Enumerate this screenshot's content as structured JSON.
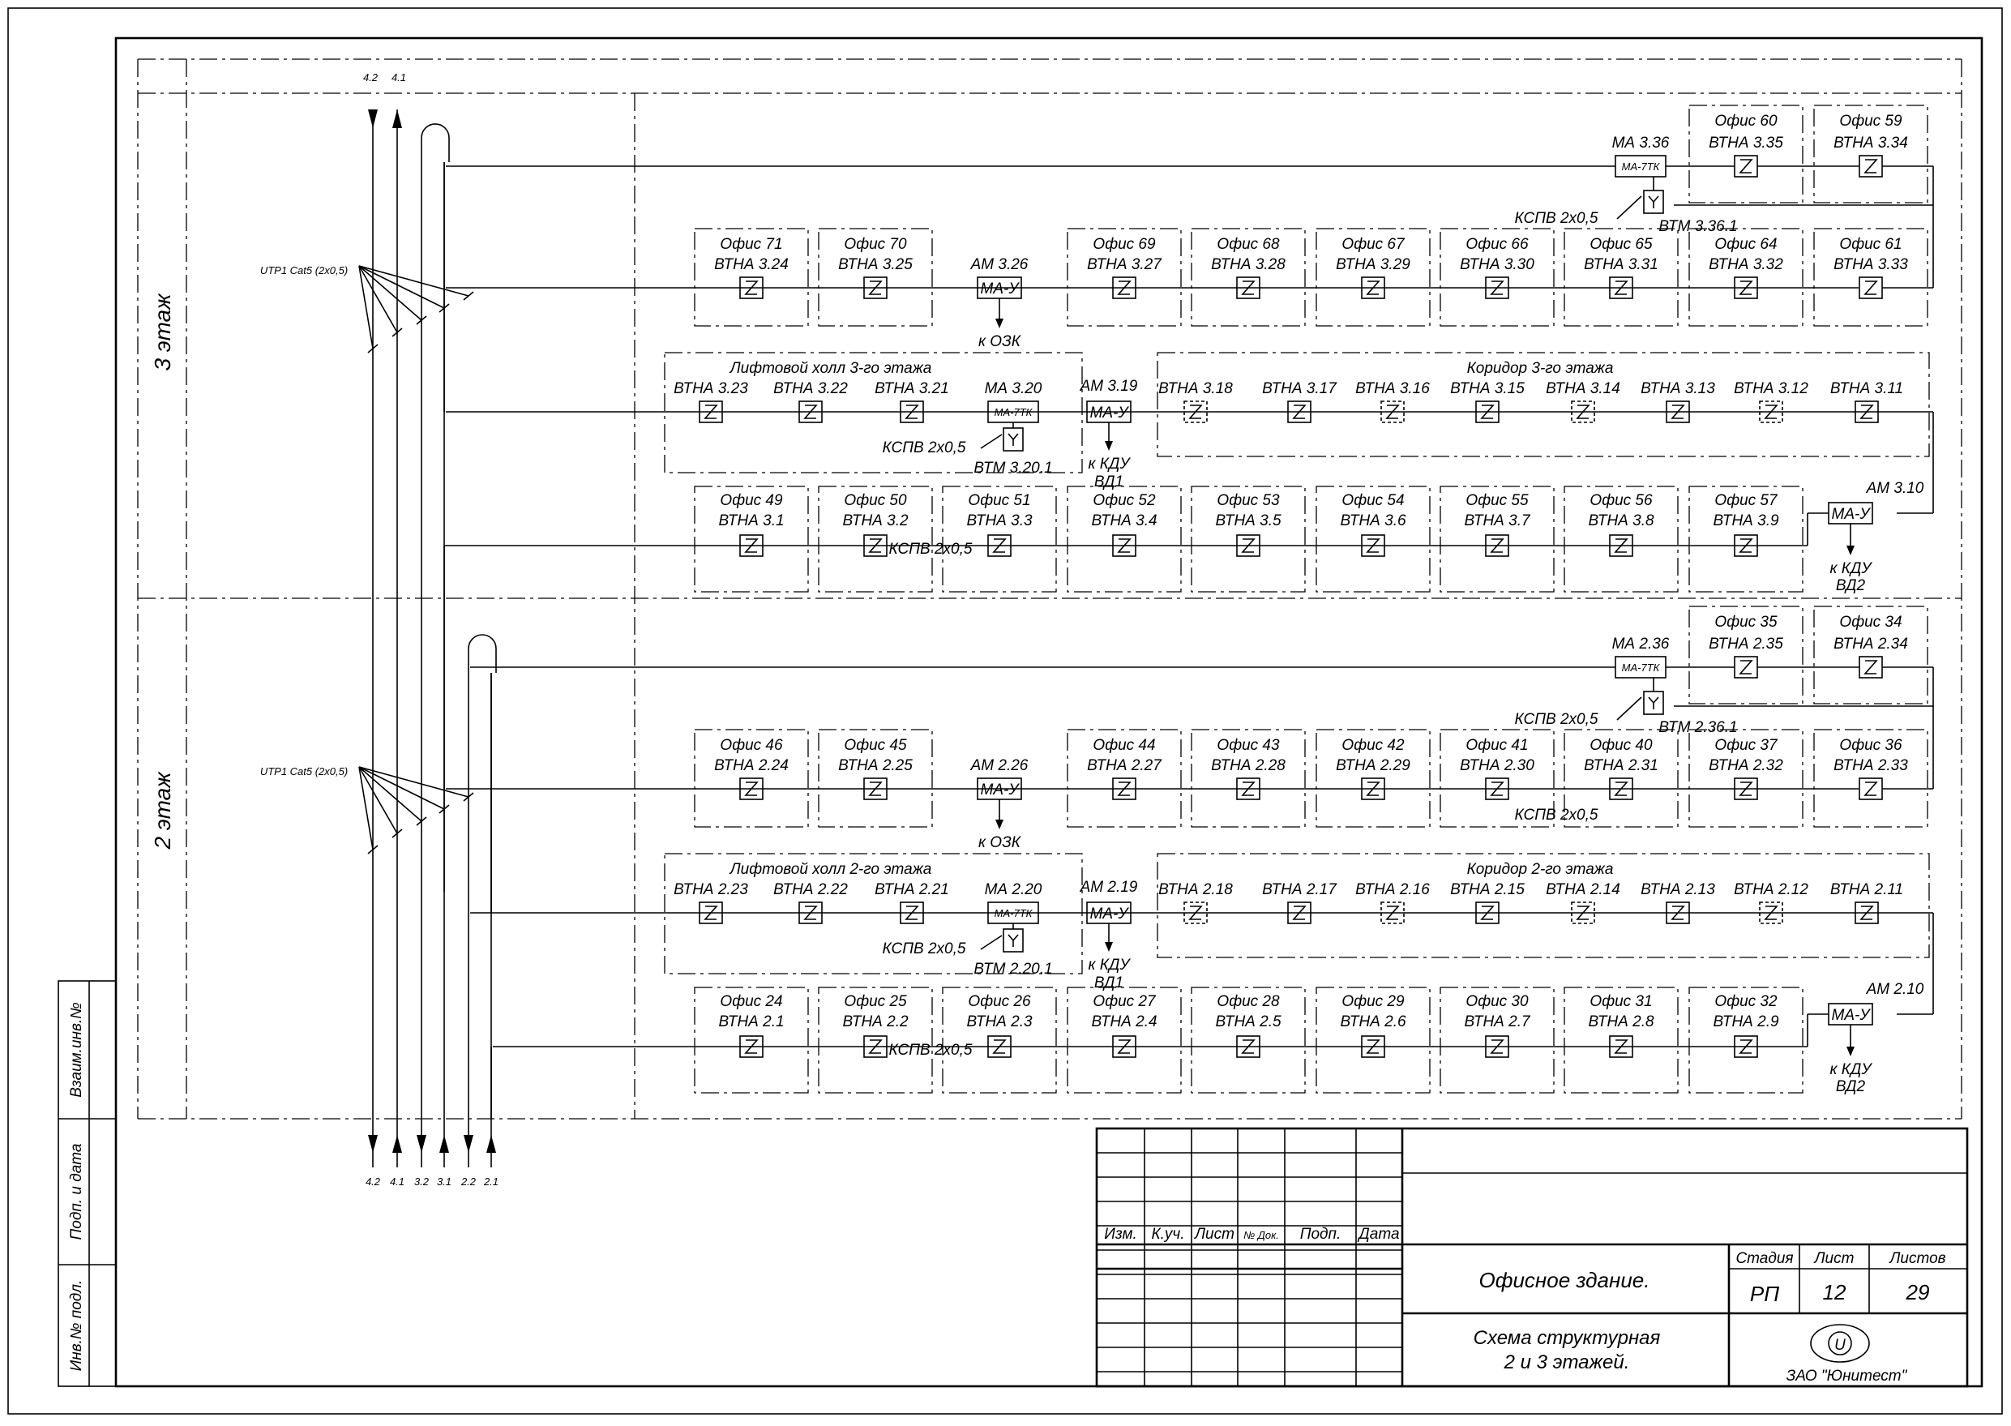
{
  "floors": [
    {
      "label": "3 этаж",
      "top_offices": [
        {
          "office": "Офис 60",
          "socket": "ВТНА 3.35"
        },
        {
          "office": "Офис 59",
          "socket": "ВТНА 3.34"
        }
      ],
      "ma_top": {
        "label": "МА 3.36",
        "box": "МА-7ТК",
        "kspv": "КСПВ 2х0,5",
        "btm": "ВТМ 3.36.1"
      },
      "row1": [
        {
          "office": "Офис 71",
          "socket": "ВТНА 3.24"
        },
        {
          "office": "Офис 70",
          "socket": "ВТНА 3.25"
        },
        {
          "office": "Офис 69",
          "socket": "ВТНА 3.27"
        },
        {
          "office": "Офис 68",
          "socket": "ВТНА 3.28"
        },
        {
          "office": "Офис 67",
          "socket": "ВТНА 3.29"
        },
        {
          "office": "Офис 66",
          "socket": "ВТНА 3.30"
        },
        {
          "office": "Офис 65",
          "socket": "ВТНА 3.31"
        },
        {
          "office": "Офис 64",
          "socket": "ВТНА 3.32"
        },
        {
          "office": "Офис 61",
          "socket": "ВТНА 3.33"
        }
      ],
      "am_row1": {
        "label": "АМ 3.26",
        "box": "МА-У",
        "dest": "к ОЗК"
      },
      "hall_title": "Лифтовой холл 3-го этажа",
      "hall_sockets": [
        "ВТНА 3.23",
        "ВТНА 3.22",
        "ВТНА 3.21"
      ],
      "ma_hall": {
        "label": "МА 3.20",
        "box": "МА-7ТК",
        "kspv": "КСПВ 2х0,5",
        "btm": "ВТМ 3.20.1"
      },
      "am_hall": {
        "label": "АМ 3.19",
        "box": "МА-У",
        "dest1": "к КДУ",
        "dest2": "ВД1"
      },
      "corridor_title": "Коридор 3-го этажа",
      "corridor_sockets": [
        "ВТНА 3.18",
        "ВТНА 3.17",
        "ВТНА 3.16",
        "ВТНА 3.15",
        "ВТНА 3.14",
        "ВТНА 3.13",
        "ВТНА 3.12",
        "ВТНА 3.11"
      ],
      "row3": [
        {
          "office": "Офис 49",
          "socket": "ВТНА 3.1"
        },
        {
          "office": "Офис 50",
          "socket": "ВТНА 3.2"
        },
        {
          "office": "Офис 51",
          "socket": "ВТНА 3.3"
        },
        {
          "office": "Офис 52",
          "socket": "ВТНА 3.4"
        },
        {
          "office": "Офис 53",
          "socket": "ВТНА 3.5"
        },
        {
          "office": "Офис 54",
          "socket": "ВТНА 3.6"
        },
        {
          "office": "Офис 55",
          "socket": "ВТНА 3.7"
        },
        {
          "office": "Офис 56",
          "socket": "ВТНА 3.8"
        },
        {
          "office": "Офис 57",
          "socket": "ВТНА 3.9"
        }
      ],
      "row3_kspv": "КСПВ 2х0,5",
      "am_row3": {
        "label": "АМ 3.10",
        "box": "МА-У",
        "dest1": "к КДУ",
        "dest2": "ВД2"
      },
      "utp": "UTP1 Cat5 (2x0,5)"
    },
    {
      "label": "2 этаж",
      "top_offices": [
        {
          "office": "Офис 35",
          "socket": "ВТНА 2.35"
        },
        {
          "office": "Офис 34",
          "socket": "ВТНА 2.34"
        }
      ],
      "ma_top": {
        "label": "МА 2.36",
        "box": "МА-7ТК",
        "kspv": "КСПВ 2х0,5",
        "btm": "ВТМ 2.36.1"
      },
      "row1": [
        {
          "office": "Офис 46",
          "socket": "ВТНА 2.24"
        },
        {
          "office": "Офис 45",
          "socket": "ВТНА 2.25"
        },
        {
          "office": "Офис 44",
          "socket": "ВТНА 2.27"
        },
        {
          "office": "Офис 43",
          "socket": "ВТНА 2.28"
        },
        {
          "office": "Офис 42",
          "socket": "ВТНА 2.29"
        },
        {
          "office": "Офис 41",
          "socket": "ВТНА 2.30"
        },
        {
          "office": "Офис 40",
          "socket": "ВТНА 2.31"
        },
        {
          "office": "Офис 37",
          "socket": "ВТНА 2.32"
        },
        {
          "office": "Офис 36",
          "socket": "ВТНА 2.33"
        }
      ],
      "row1_kspv": "КСПВ 2х0,5",
      "am_row1": {
        "label": "АМ 2.26",
        "box": "МА-У",
        "dest": "к ОЗК"
      },
      "hall_title": "Лифтовой холл 2-го этажа",
      "hall_sockets": [
        "ВТНА 2.23",
        "ВТНА 2.22",
        "ВТНА 2.21"
      ],
      "ma_hall": {
        "label": "МА 2.20",
        "box": "МА-7ТК",
        "kspv": "КСПВ 2х0,5",
        "btm": "ВТМ 2.20.1"
      },
      "am_hall": {
        "label": "АМ 2.19",
        "box": "МА-У",
        "dest1": "к КДУ",
        "dest2": "ВД1"
      },
      "corridor_title": "Коридор 2-го этажа",
      "corridor_sockets": [
        "ВТНА 2.18",
        "ВТНА 2.17",
        "ВТНА 2.16",
        "ВТНА 2.15",
        "ВТНА 2.14",
        "ВТНА 2.13",
        "ВТНА 2.12",
        "ВТНА 2.11"
      ],
      "row3": [
        {
          "office": "Офис 24",
          "socket": "ВТНА 2.1"
        },
        {
          "office": "Офис 25",
          "socket": "ВТНА 2.2"
        },
        {
          "office": "Офис 26",
          "socket": "ВТНА 2.3"
        },
        {
          "office": "Офис 27",
          "socket": "ВТНА 2.4"
        },
        {
          "office": "Офис 28",
          "socket": "ВТНА 2.5"
        },
        {
          "office": "Офис 29",
          "socket": "ВТНА 2.6"
        },
        {
          "office": "Офис 30",
          "socket": "ВТНА 2.7"
        },
        {
          "office": "Офис 31",
          "socket": "ВТНА 2.8"
        },
        {
          "office": "Офис 32",
          "socket": "ВТНА 2.9"
        }
      ],
      "row3_kspv": "КСПВ 2х0,5",
      "am_row3": {
        "label": "АМ 2.10",
        "box": "МА-У",
        "dest1": "к КДУ",
        "dest2": "ВД2"
      },
      "utp": "UTP1 Cat5 (2x0,5)"
    }
  ],
  "risers_top": [
    "4.2",
    "4.1"
  ],
  "risers_bottom": [
    "4.2",
    "4.1",
    "3.2",
    "3.1",
    "2.2",
    "2.1"
  ],
  "side_stamp": [
    "Взаим.инв.№",
    "Подп. и дата",
    "Инв.№ подл."
  ],
  "title_block": {
    "col_headers": [
      "Изм.",
      "К.уч.",
      "Лист",
      "№ Док.",
      "Подп.",
      "Дата"
    ],
    "object": "Офисное здание.",
    "stage_label": "Стадия",
    "sheet_label": "Лист",
    "sheets_label": "Листов",
    "stage": "РП",
    "sheet": "12",
    "sheets": "29",
    "title_line1": "Схема структурная",
    "title_line2": "2 и 3  этажей.",
    "company": "ЗАО \"Юнитест\"",
    "logo_letter": "U"
  }
}
